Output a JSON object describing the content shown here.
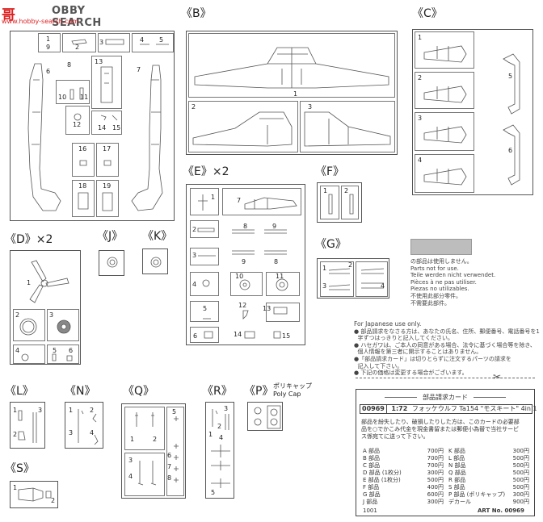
{
  "watermark": {
    "left": "哥",
    "site": "OBBY SEARCH",
    "url": "www.hobby-search.com"
  },
  "sections": {
    "B": "《B》",
    "C": "《C》",
    "E": "《E》",
    "E_mult": "×2",
    "F": "《F》",
    "G": "《G》",
    "D": "《D》",
    "D_mult": "×2",
    "J": "《J》",
    "K": "《K》",
    "L": "《L》",
    "N": "《N》",
    "Q": "《Q》",
    "R": "《R》",
    "P": "《P》",
    "S": "《S》"
  },
  "polycap": {
    "jp": "ポリキャップ",
    "en": "Poly Cap"
  },
  "parts": {
    "A": [
      "1",
      "2",
      "3",
      "4",
      "5",
      "6",
      "7",
      "8",
      "9",
      "10",
      "11",
      "12",
      "13",
      "14",
      "15",
      "16",
      "17",
      "18",
      "19"
    ],
    "B": [
      "1",
      "2",
      "3"
    ],
    "C": [
      "1",
      "2",
      "3",
      "4",
      "5",
      "6"
    ],
    "E": [
      "1",
      "2",
      "3",
      "4",
      "5",
      "6",
      "7",
      "8",
      "9",
      "9",
      "8",
      "10",
      "11",
      "12",
      "13",
      "14",
      "15"
    ],
    "F": [
      "1",
      "2"
    ],
    "G": [
      "1",
      "2",
      "3",
      "4"
    ],
    "D": [
      "1",
      "2",
      "3",
      "4",
      "5",
      "6"
    ],
    "L": [
      "1",
      "2",
      "3"
    ],
    "N": [
      "1",
      "2",
      "3",
      "4"
    ],
    "Q": [
      "1",
      "2",
      "3",
      "4",
      "5",
      "6",
      "7",
      "8"
    ],
    "R": [
      "1",
      "2",
      "3",
      "4",
      "5"
    ],
    "S": [
      "1",
      "2"
    ]
  },
  "legend": {
    "lines": [
      "の部品は使用しません。",
      "Parts not for use.",
      "Teile werden nicht verwendet.",
      "Pièces à ne pas utiliser.",
      "Piezas no utilizables.",
      "不使用此部分零件。",
      "不需要此部件。"
    ],
    "swatch_color": "#bdbdbd"
  },
  "japanese_notice": {
    "header": "For Japanese use only.",
    "lines": [
      "● 部品請求をなさる方は、あなたの氏名、住所、郵便番号、電話番号を1",
      "  字ずつはっきりと記入してください。",
      "● ハセガワは、ご本人の同意がある場合、法令に基づく場合等を除き、",
      "  個人情報を第三者に開示することはありません。",
      "●「部品請求カード」は切りとらずに注文するパーツの請求を",
      "  記入して下さい。",
      "● 下記の価格は変更する場合がございます。"
    ]
  },
  "card": {
    "title": "部品請求カード",
    "kit_no": "00969",
    "scale": "1:72",
    "kit_name": "フォッケウルフ Ta154 \"モスキート\" 4in 1",
    "desc": [
      "部品を紛失したり、破損したりした方は、このカードの必要部",
      "品を○でかこみ代金を現金書留または郵便小為替で当社サービ",
      "ス係宛てに送って下さい。"
    ],
    "prices_left": [
      {
        "part": "A 部品",
        "price": "700円"
      },
      {
        "part": "B 部品",
        "price": "700円"
      },
      {
        "part": "C 部品",
        "price": "700円"
      },
      {
        "part": "D 部品 (1枚分)",
        "price": "300円"
      },
      {
        "part": "E 部品 (1枚分)",
        "price": "500円"
      },
      {
        "part": "F 部品",
        "price": "400円"
      },
      {
        "part": "G 部品",
        "price": "600円"
      },
      {
        "part": "J 部品",
        "price": "300円"
      }
    ],
    "prices_right": [
      {
        "part": "K 部品",
        "price": "300円"
      },
      {
        "part": "L 部品",
        "price": "500円"
      },
      {
        "part": "N 部品",
        "price": "500円"
      },
      {
        "part": "Q 部品",
        "price": "500円"
      },
      {
        "part": "R 部品",
        "price": "500円"
      },
      {
        "part": "S 部品",
        "price": "500円"
      },
      {
        "part": "P 部品 (ポリキャップ)",
        "price": "300円"
      },
      {
        "part": "デカール",
        "price": "900円"
      }
    ],
    "footer_left": "1001",
    "art_no": "ART No. 00969"
  }
}
